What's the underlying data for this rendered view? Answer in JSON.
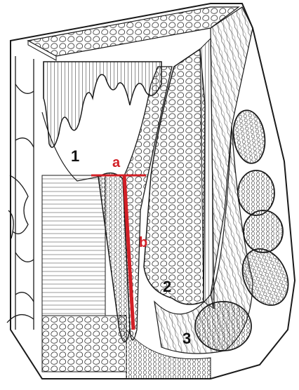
{
  "diagram": {
    "labels": {
      "n1": "1",
      "n2": "2",
      "n3": "3",
      "a": "a",
      "b": "b"
    },
    "colors": {
      "ink": "#1a1a1a",
      "annotation": "#d21f26",
      "paper": "#ffffff"
    }
  }
}
